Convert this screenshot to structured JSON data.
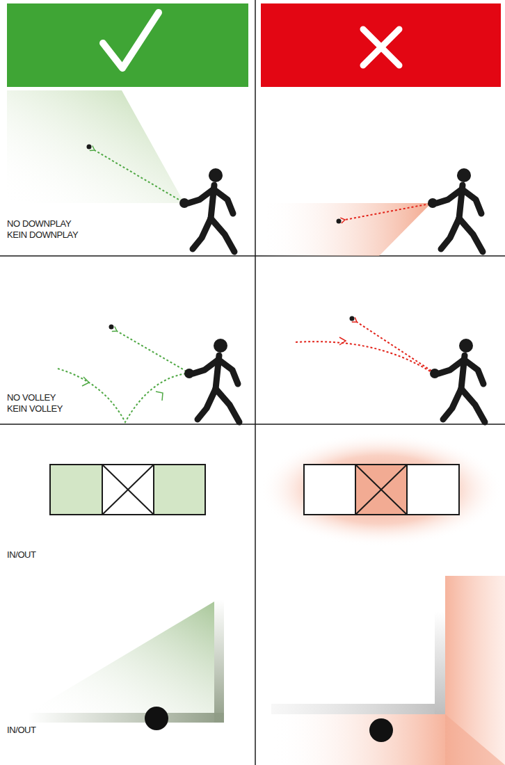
{
  "diagram": {
    "labels": [
      "NO DOWNPLAY",
      "KEIN DOWNPLAY",
      "NO VOLLEY",
      "KEIN VOLLEY",
      "IN/OUT",
      "IN/OUT"
    ]
  }
}
